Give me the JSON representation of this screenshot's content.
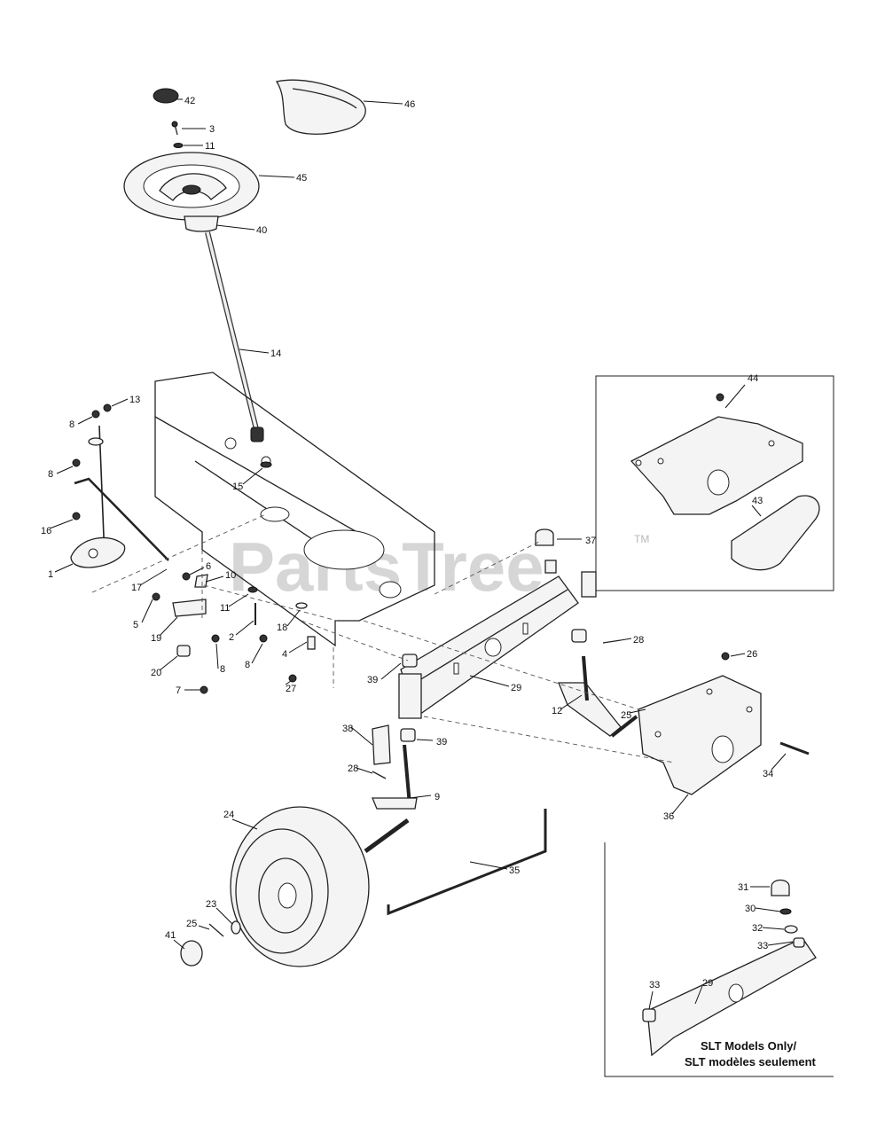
{
  "watermark": {
    "text": "PartsTree",
    "trademark": "TM"
  },
  "callouts": [
    "1",
    "2",
    "3",
    "4",
    "5",
    "6",
    "7",
    "8",
    "9",
    "10",
    "11",
    "12",
    "13",
    "14",
    "15",
    "16",
    "17",
    "18",
    "19",
    "20",
    "23",
    "24",
    "25",
    "26",
    "27",
    "28",
    "29",
    "30",
    "31",
    "32",
    "33",
    "34",
    "35",
    "36",
    "37",
    "38",
    "39",
    "40",
    "41",
    "42",
    "43",
    "44",
    "45",
    "46"
  ],
  "inset_slt": {
    "caption_line1": "SLT Models Only/",
    "caption_line2": "SLT modèles seulement"
  }
}
